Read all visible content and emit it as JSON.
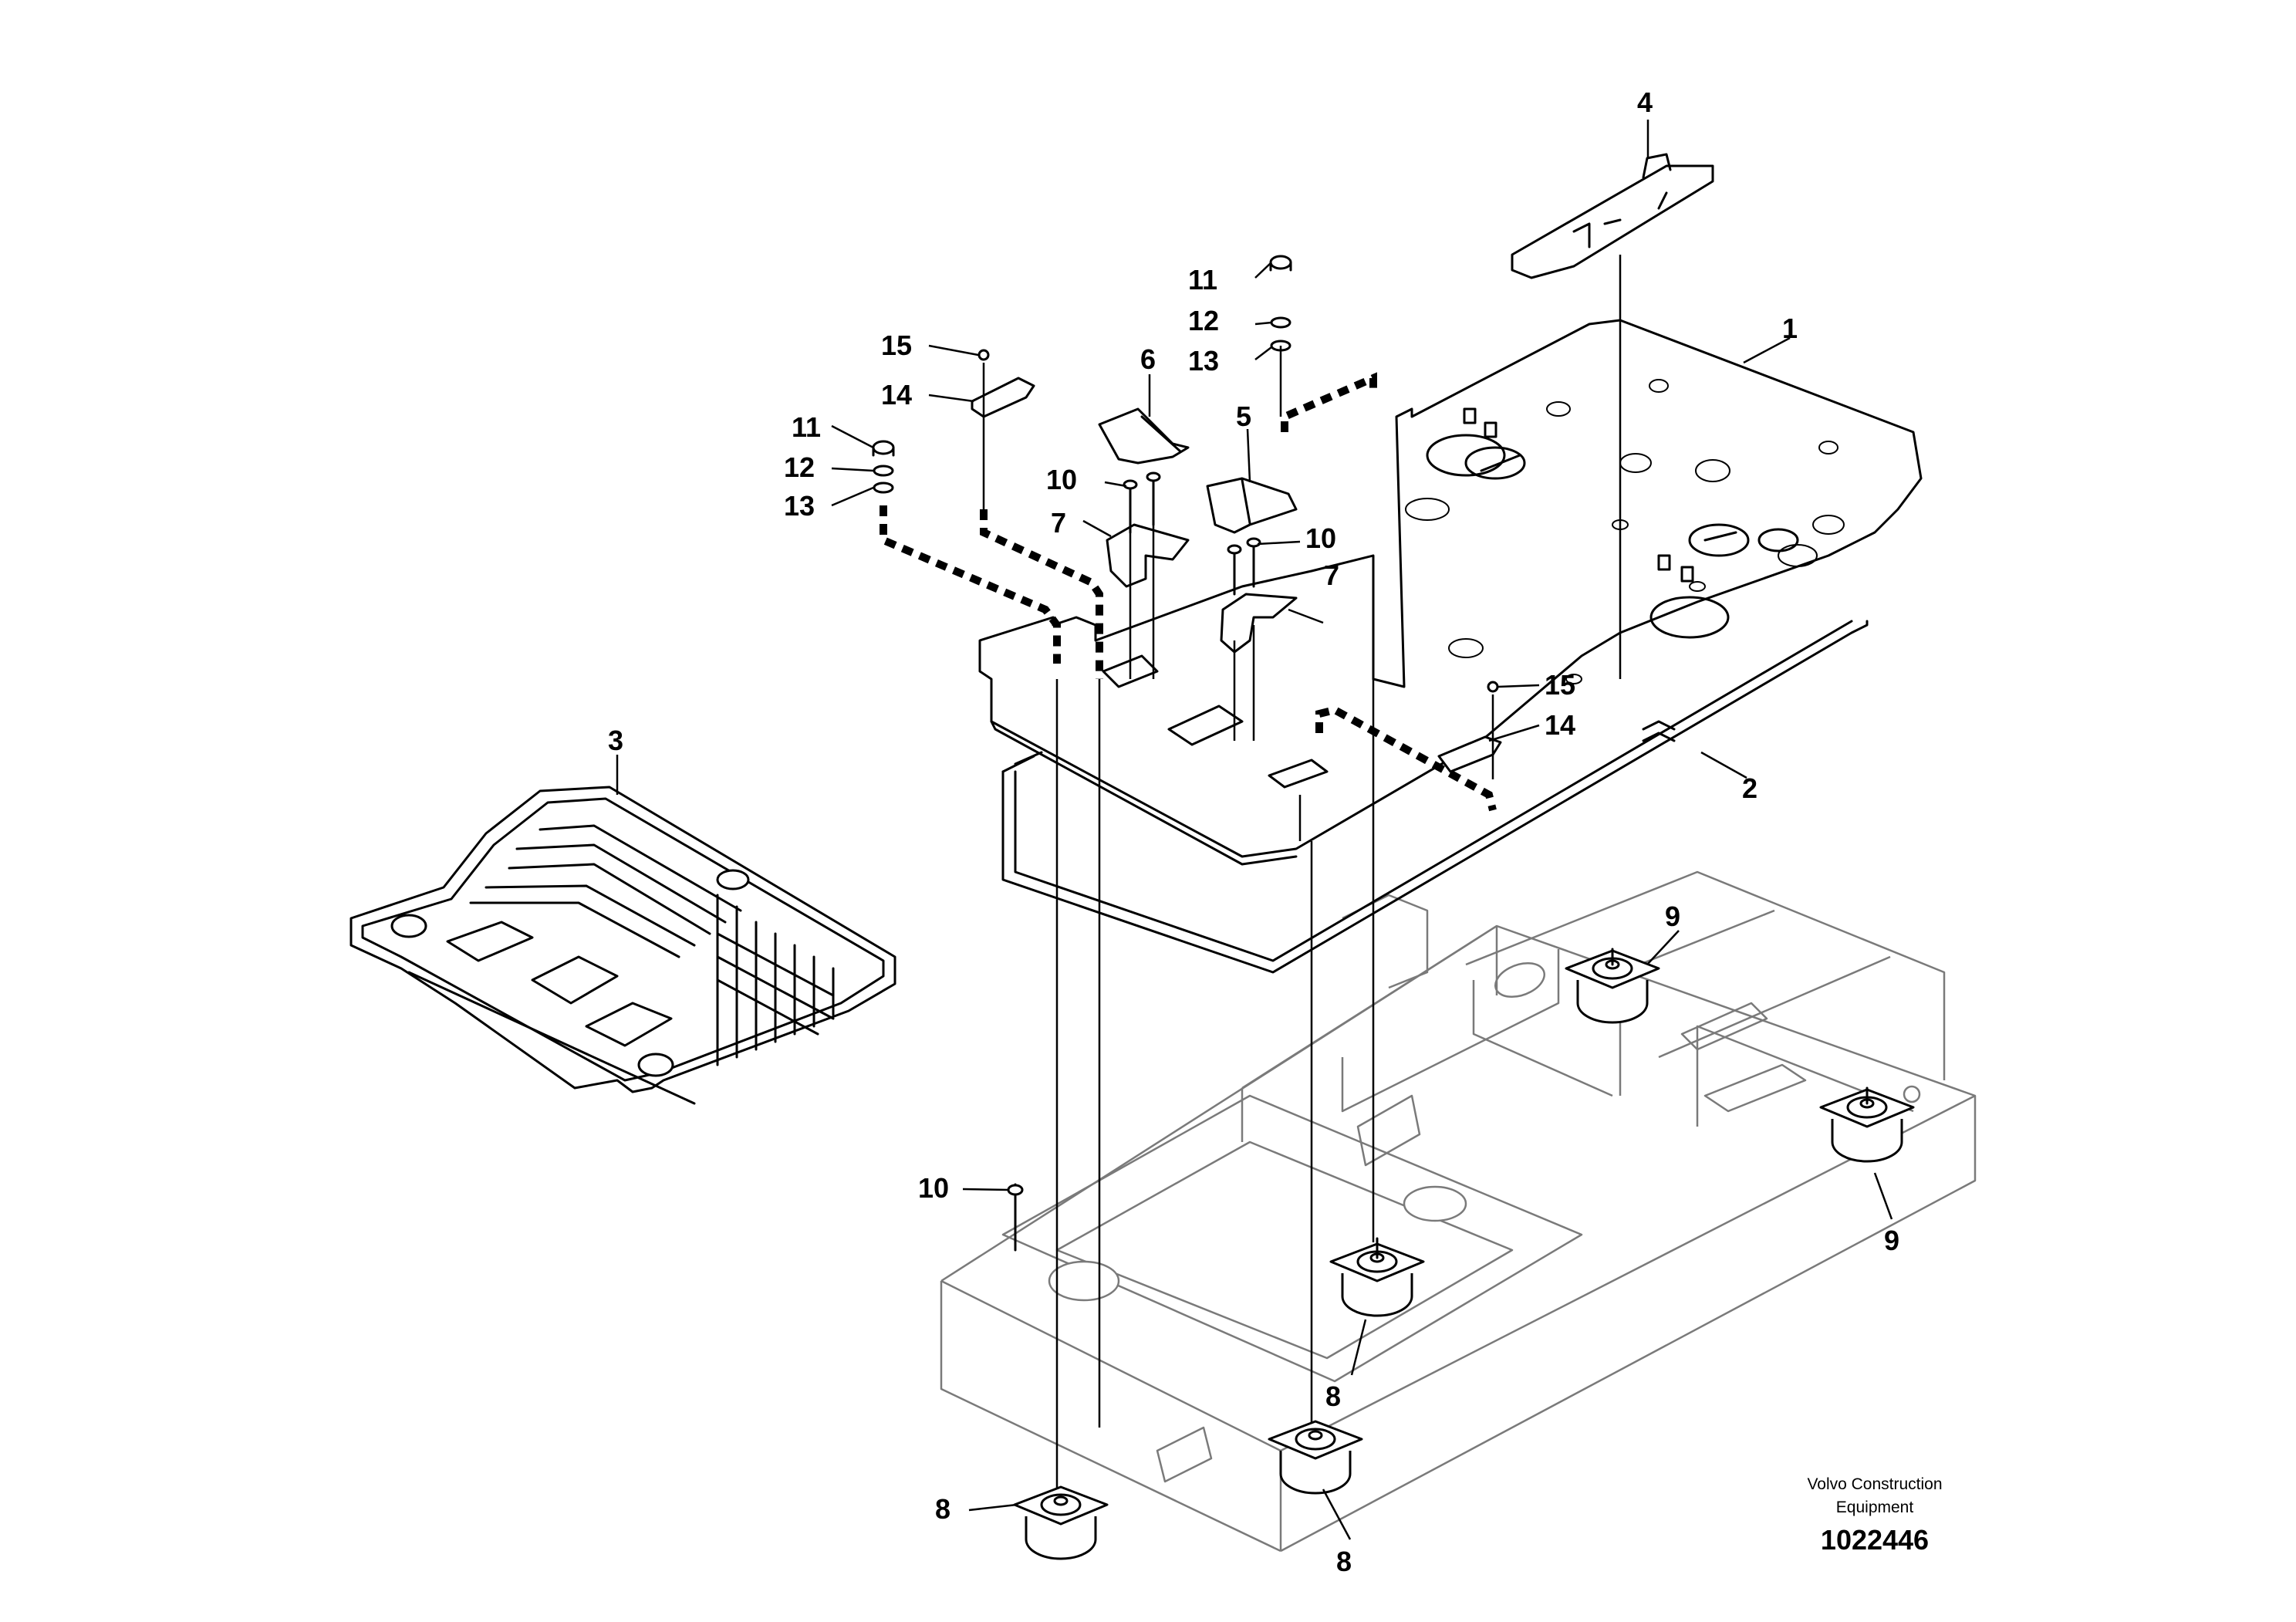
{
  "callouts": {
    "c1": "1",
    "c2": "2",
    "c3": "3",
    "c4": "4",
    "c5": "5",
    "c6": "6",
    "c7a": "7",
    "c7b": "7",
    "c8a": "8",
    "c8b": "8",
    "c8c": "8",
    "c9a": "9",
    "c9b": "9",
    "c10a": "10",
    "c10b": "10",
    "c10c": "10",
    "c11a": "11",
    "c11b": "11",
    "c12a": "12",
    "c12b": "12",
    "c13a": "13",
    "c13b": "13",
    "c14a": "14",
    "c14b": "14",
    "c15a": "15",
    "c15b": "15"
  },
  "footer": {
    "brand_line1": "Volvo Construction",
    "brand_line2": "Equipment",
    "doc_number": "1022446"
  }
}
